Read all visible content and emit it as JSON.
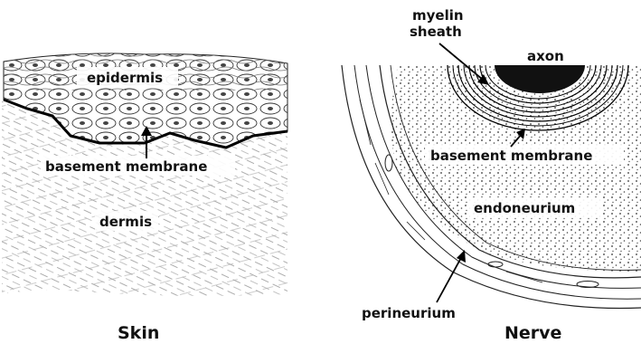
{
  "skin": {
    "epidermis": "epidermis",
    "basement_membrane": "basement membrane",
    "dermis": "dermis",
    "caption": "Skin"
  },
  "nerve": {
    "myelin_line1": "myelin",
    "myelin_line2": "sheath",
    "axon": "axon",
    "basement_membrane": "basement membrane",
    "endoneurium": "endoneurium",
    "perineurium": "perineurium",
    "caption": "Nerve"
  }
}
